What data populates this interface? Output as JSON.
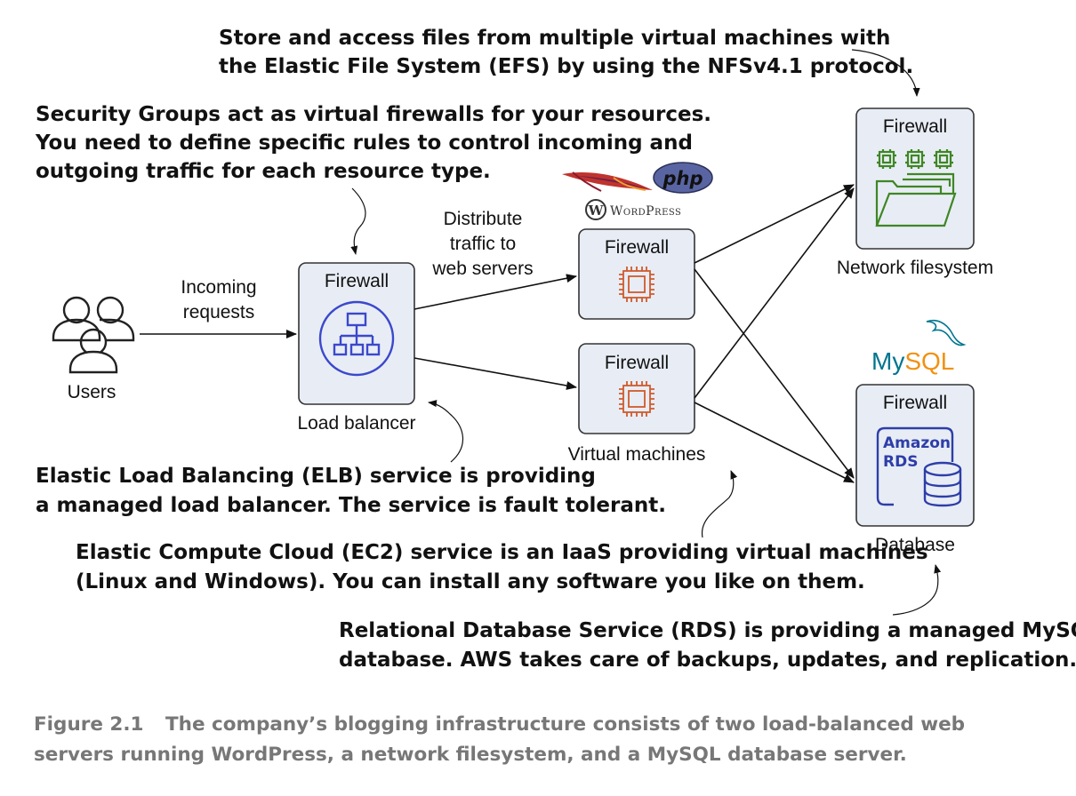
{
  "notes": {
    "efs": [
      "Store and access files from multiple virtual machines with",
      "the Elastic File System (EFS) by using the NFSv4.1 protocol."
    ],
    "sg": [
      "Security Groups act as virtual firewalls for your resources.",
      "You need to define specific rules to control incoming and",
      "outgoing traffic for each resource type."
    ],
    "elb": [
      "Elastic Load Balancing (ELB) service is providing",
      "a managed load balancer. The service is fault tolerant."
    ],
    "ec2": [
      "Elastic Compute Cloud (EC2) service is an IaaS providing virtual machines",
      "(Linux and Windows). You can install any software you like on them."
    ],
    "rds": [
      "Relational Database Service (RDS) is providing a managed MySQL",
      "database. AWS takes care of backups, updates, and replication."
    ]
  },
  "users": {
    "label": "Users"
  },
  "incoming": [
    "Incoming",
    "requests"
  ],
  "distribute": [
    "Distribute",
    "traffic to",
    "web servers"
  ],
  "boxes": {
    "firewall_label": "Firewall",
    "lb_label": "Load balancer",
    "vm_label": "Virtual machines",
    "nfs_label": "Network filesystem",
    "db_label": "Database",
    "rds_logo": [
      "Amazon",
      "RDS"
    ]
  },
  "logos": {
    "php": "php",
    "wordpress": "WordPress",
    "mysql": "MySQL"
  },
  "caption": {
    "label": "Figure 2.1",
    "lines": [
      "The company’s blogging infrastructure consists of two load-balanced web",
      "servers running WordPress, a network filesystem, and a MySQL database server."
    ]
  },
  "colors": {
    "box_fill": "#e8edf5",
    "lb_icon": "#3b48cc",
    "ec2_icon": "#d05a2c",
    "efs_icon": "#3f8624",
    "rds_icon": "#2e3ea8",
    "mysql_blue": "#00758f",
    "mysql_orange": "#f29111",
    "caption": "#777777"
  }
}
